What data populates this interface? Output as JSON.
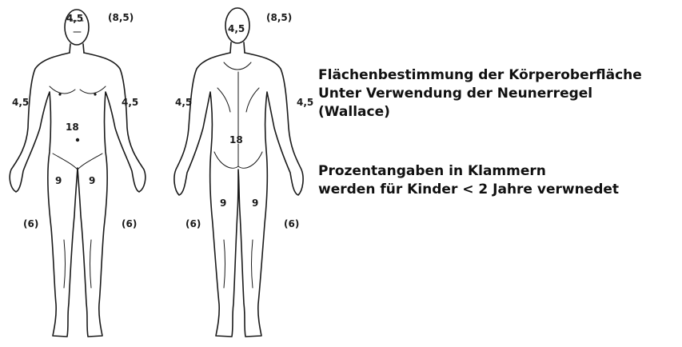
{
  "figure": {
    "front_view": {
      "head": "4,5",
      "head_child": "(8,5)",
      "arm_right": "4,5",
      "arm_left": "4,5",
      "trunk": "18",
      "leg_right": "9",
      "leg_left": "9",
      "leg_right_child": "(6)",
      "leg_left_child": "(6)"
    },
    "back_view": {
      "head": "4,5",
      "head_child": "(8,5)",
      "arm_left": "4,5",
      "arm_right": "4,5",
      "trunk": "18",
      "leg_left": "9",
      "leg_right": "9",
      "leg_left_child": "(6)",
      "leg_right_child": "(6)"
    }
  },
  "caption": {
    "title_lines": [
      "Flächenbestimmung der Körperoberfläche",
      "Unter Verwendung der Neunerregel",
      "(Wallace)"
    ],
    "note_lines": [
      "Prozentangaben in Klammern",
      "werden für Kinder < 2 Jahre verwnedet"
    ]
  }
}
